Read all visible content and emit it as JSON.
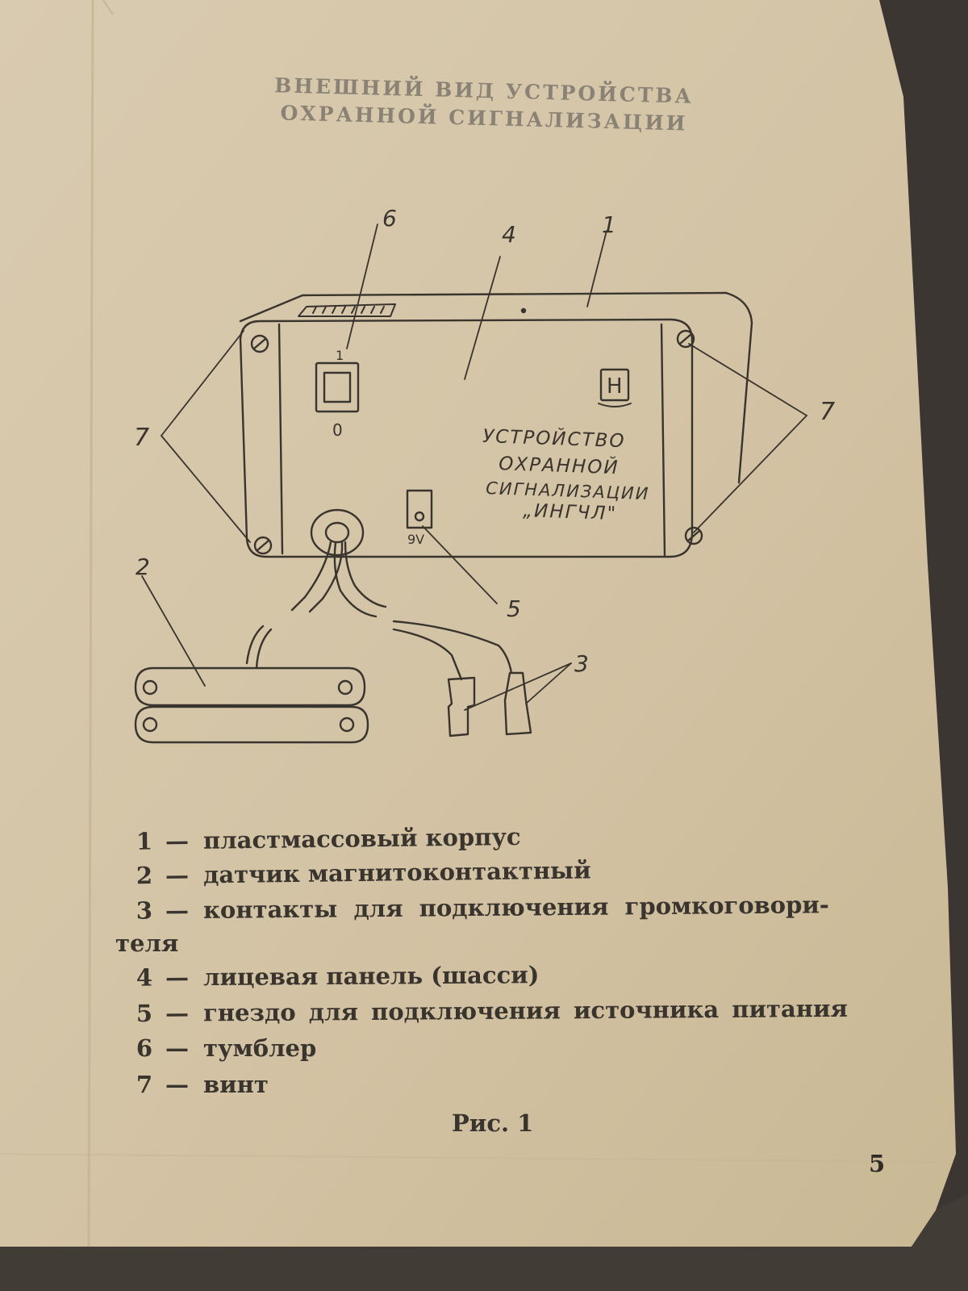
{
  "title": {
    "line1": "ВНЕШНИЙ ВИД УСТРОЙСТВА",
    "line2": "ОХРАННОЙ СИГНАЛИЗАЦИИ"
  },
  "drawing": {
    "callouts": [
      "1",
      "2",
      "3",
      "4",
      "5",
      "6",
      "7",
      "7"
    ],
    "switch_on_mark": "1",
    "switch_off_mark": "0",
    "power_label": "9V",
    "logo_letter": "Н",
    "device_label": [
      "УСТРОЙСТВО",
      "ОХРАННОЙ",
      "СИГНАЛИЗАЦИИ",
      "„ИНГЧЛ\""
    ]
  },
  "legend": [
    {
      "num": "1",
      "text": "пластмассовый корпус"
    },
    {
      "num": "2",
      "text": "датчик магнитоконтактный"
    },
    {
      "num": "3",
      "text": "контакты для подключения громкоговори-",
      "continuation": "теля"
    },
    {
      "num": "4",
      "text": "лицевая панель (шасси)"
    },
    {
      "num": "5",
      "text": "гнездо для подключения источника питания"
    },
    {
      "num": "6",
      "text": "тумблер"
    },
    {
      "num": "7",
      "text": "винт"
    }
  ],
  "dash": "—",
  "caption": "Рис. 1",
  "page_number": "5",
  "colors": {
    "paper": "#d5c5a8",
    "ink": "#3a342e",
    "title_ink": "#8a8274",
    "background": "#3b3632"
  }
}
